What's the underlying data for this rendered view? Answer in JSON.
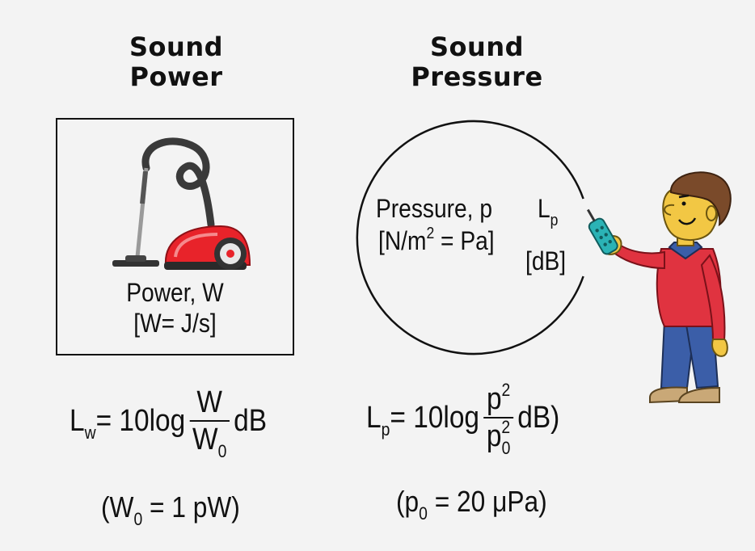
{
  "headings": {
    "power": [
      "Sound",
      "Power"
    ],
    "pressure": [
      "Sound",
      "Pressure"
    ]
  },
  "power_box": {
    "label": "Power, W",
    "unit": "[W= J/s]",
    "icon": "vacuum-cleaner-icon"
  },
  "pressure_field": {
    "label": "Pressure, p",
    "unit_main": "[N/m",
    "unit_sup": "2",
    "unit_tail": " = Pa]",
    "level_symbol": "L",
    "level_sub": "p",
    "level_unit": "[dB]",
    "icon": "person-with-sound-meter-icon"
  },
  "formulas": {
    "power": {
      "lhs": "L",
      "lhs_sub": "w",
      "eq": "= 10log",
      "num": "W",
      "den": "W",
      "den_sub": "0",
      "unit": "dB"
    },
    "pressure": {
      "lhs": "L",
      "lhs_sub": "p",
      "eq": " = 10log",
      "num": "p",
      "num_sup": "2",
      "den": "p",
      "den_sup": "2",
      "den_sub": "0",
      "unit": "dB)"
    }
  },
  "references": {
    "power": {
      "open": "(W",
      "sub": "0",
      "rest": " = 1 pW)"
    },
    "pressure": {
      "open": "(p",
      "sub": "0",
      "rest": " = 20 μPa)"
    }
  },
  "colors": {
    "vacuum_body": "#e8232a",
    "shirt": "#e03340",
    "pants": "#3b5ea8",
    "skin": "#f2c744",
    "meter": "#2bb3b5"
  }
}
